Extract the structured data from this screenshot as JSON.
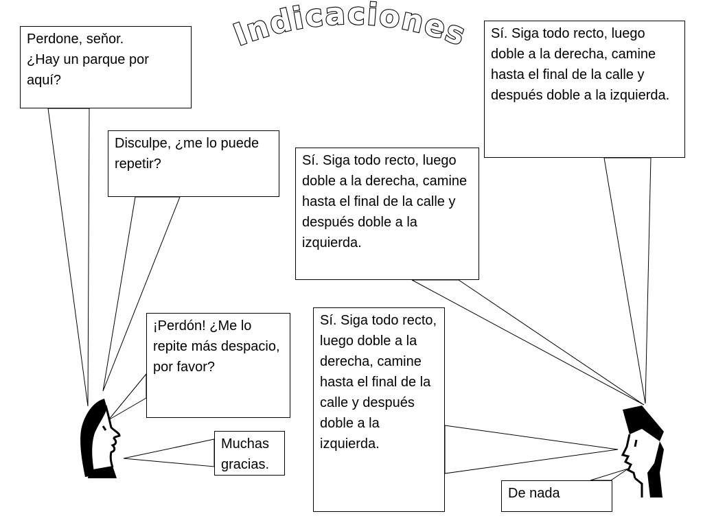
{
  "title": "Indicaciones",
  "bubbles": {
    "perdone": "Perdone, seňor.\n¿Hay un parque por aquí?",
    "disculpe": "Disculpe, ¿me lo puede repetir?",
    "perdon": "¡Perdón! ¿Me lo repite más despacio, por favor?",
    "muchas_gracias": "Muchas gracias.",
    "directions_top": "Sí.  Siga todo recto, luego doble a la derecha, camine hasta el final de la calle y después doble a la izquierda.",
    "directions_middle": "Sí.  Siga todo recto, luego doble a la derecha, camine hasta el final de la calle y después doble a la izquierda.",
    "directions_bottom": "Sí.  Siga todo recto, luego doble a la derecha, camine hasta el final de la calle y después doble a la izquierda.",
    "de_nada": "De nada"
  },
  "colors": {
    "background": "#ffffff",
    "ink": "#000000"
  }
}
